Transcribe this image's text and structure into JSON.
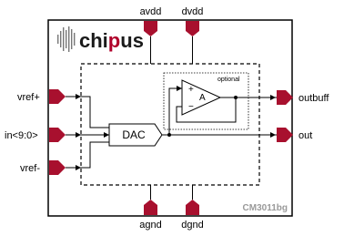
{
  "brand": {
    "logo_prefix": "chi",
    "logo_highlight": "p",
    "logo_suffix": "us",
    "accent_color": "#b0002a",
    "text_color": "#1a1a1a",
    "icon": "sound-wave-icon"
  },
  "part_number": "CM3011bg",
  "pins": {
    "top": [
      "avdd",
      "dvdd"
    ],
    "bottom": [
      "agnd",
      "dgnd"
    ],
    "left": [
      "vref+",
      "in<9:0>",
      "vref-"
    ],
    "right": [
      "outbuff",
      "out"
    ]
  },
  "blocks": {
    "dac": "DAC",
    "amplifier": "A",
    "amp_plus": "+",
    "amp_minus": "−",
    "optional_label": "optional"
  },
  "colors": {
    "pin_fill": "#a8102e",
    "border": "#000000",
    "part_text": "#9a9a9a"
  }
}
